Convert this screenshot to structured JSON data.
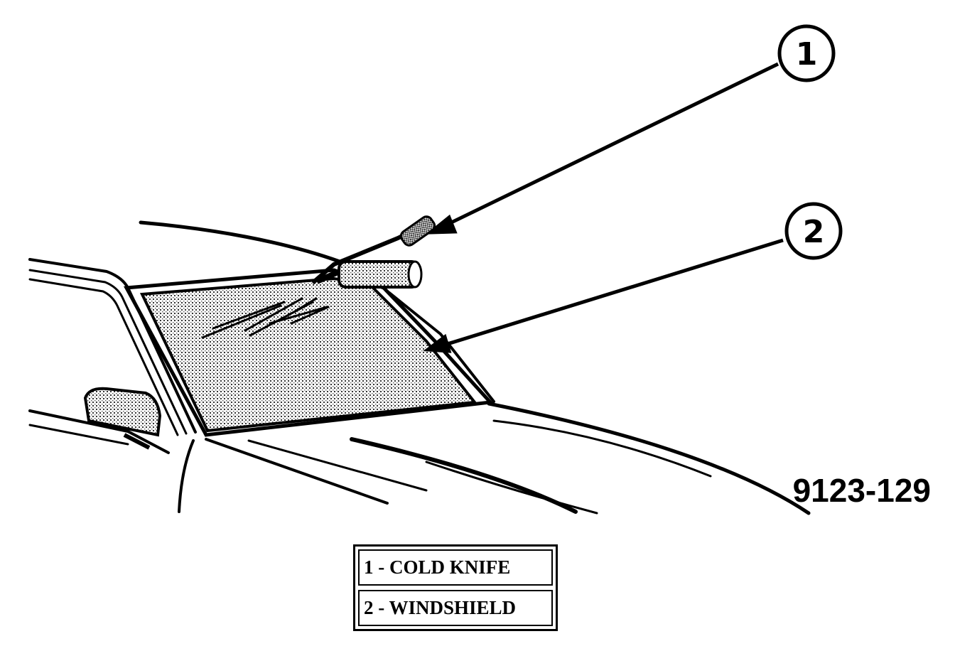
{
  "figure": {
    "id_label": "9123-129",
    "callouts": [
      {
        "number": "1",
        "label": "1 - COLD KNIFE"
      },
      {
        "number": "2",
        "label": "2 - WINDSHIELD"
      }
    ]
  }
}
